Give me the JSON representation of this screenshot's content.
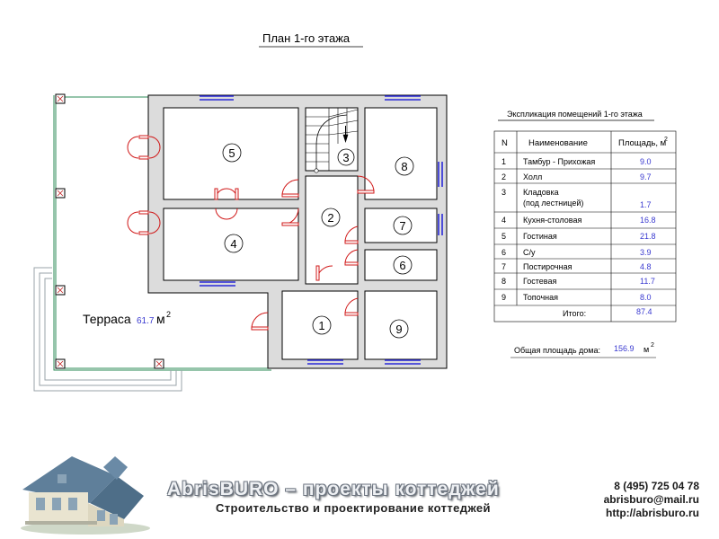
{
  "title": "План 1-го этажа",
  "rooms": [
    {
      "number": "1"
    },
    {
      "number": "2"
    },
    {
      "number": "3"
    },
    {
      "number": "4"
    },
    {
      "number": "5"
    },
    {
      "number": "6"
    },
    {
      "number": "7"
    },
    {
      "number": "8"
    },
    {
      "number": "9"
    }
  ],
  "terrace": {
    "label": "Терраса",
    "area": "61.7",
    "unit": "м",
    "unit_sup": "2"
  },
  "explication": {
    "title": "Экспликация помещений 1-го этажа",
    "headers": {
      "n": "N",
      "name": "Наименование",
      "area": "Площадь, м",
      "area_sup": "2"
    },
    "rows": [
      {
        "n": "1",
        "name": "Тамбур - Прихожая",
        "name2": "",
        "area": "9.0"
      },
      {
        "n": "2",
        "name": "Холл",
        "name2": "",
        "area": "9.7"
      },
      {
        "n": "3",
        "name": "Кладовка",
        "name2": "(под лестницей)",
        "area": "1.7"
      },
      {
        "n": "4",
        "name": "Кухня-столовая",
        "name2": "",
        "area": "16.8"
      },
      {
        "n": "5",
        "name": "Гостиная",
        "name2": "",
        "area": "21.8"
      },
      {
        "n": "6",
        "name": "С/у",
        "name2": "",
        "area": "3.9"
      },
      {
        "n": "7",
        "name": "Постирочная",
        "name2": "",
        "area": "4.8"
      },
      {
        "n": "8",
        "name": "Гостевая",
        "name2": "",
        "area": "11.7"
      },
      {
        "n": "9",
        "name": "Топочная",
        "name2": "",
        "area": "8.0"
      }
    ],
    "total_label": "Итого:",
    "total_value": "87.4"
  },
  "house_total": {
    "label": "Общая площадь дома:",
    "value": "156.9",
    "unit": "м",
    "unit_sup": "2"
  },
  "footer": {
    "brand": "AbrisBURO – проекты коттеджей",
    "tagline": "Строительство и проектирование коттеджей",
    "phone": "8 (495) 725 04 78",
    "email": "abrisburo@mail.ru",
    "site": "http://abrisburo.ru"
  },
  "colors": {
    "wall": "#dcdcdc",
    "wall_stroke": "#000000",
    "window": "#2a2ad8",
    "door": "#d01818",
    "terrace": "#2e8b57",
    "value_blue": "#3a3ad0"
  }
}
